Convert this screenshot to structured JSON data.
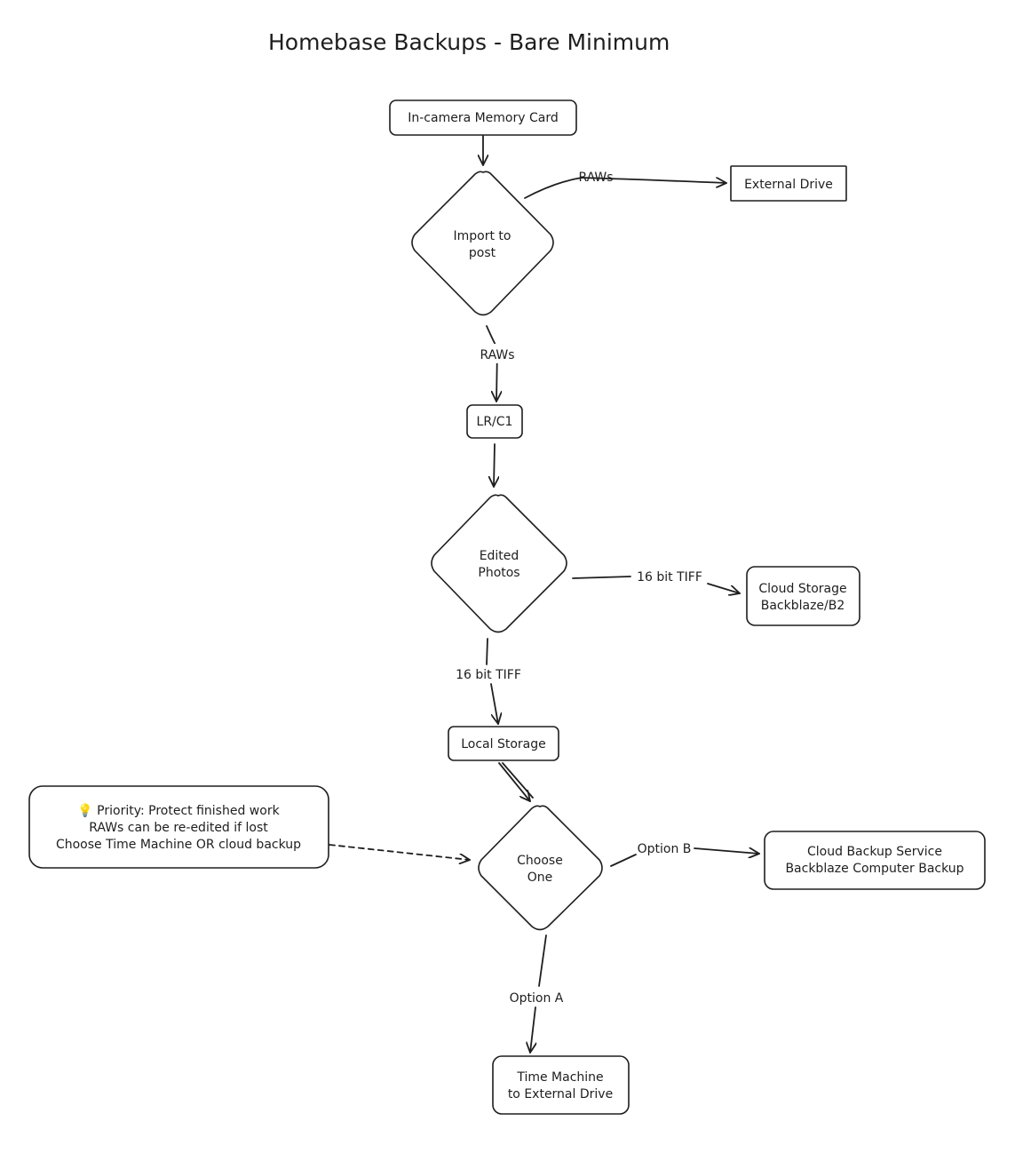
{
  "title": "Homebase Backups - Bare Minimum",
  "nodes": {
    "memory_card": {
      "shape": "rect",
      "lines": [
        "In-camera Memory Card"
      ]
    },
    "external_drive": {
      "shape": "rect",
      "lines": [
        "External Drive"
      ]
    },
    "import": {
      "shape": "diamond",
      "lines": [
        "Import to",
        "post"
      ]
    },
    "lrc1": {
      "shape": "rect",
      "lines": [
        "LR/C1"
      ]
    },
    "edited": {
      "shape": "diamond",
      "lines": [
        "Edited",
        "Photos"
      ]
    },
    "cloud_storage": {
      "shape": "rect",
      "lines": [
        "Cloud Storage",
        "Backblaze/B2"
      ]
    },
    "local_storage": {
      "shape": "rect",
      "lines": [
        "Local Storage"
      ]
    },
    "note": {
      "shape": "rect",
      "lines": [
        "💡 Priority: Protect finished work",
        "RAWs can be re-edited if lost",
        "Choose Time Machine OR cloud backup"
      ]
    },
    "choose": {
      "shape": "diamond",
      "lines": [
        "Choose",
        "One"
      ]
    },
    "cloud_backup": {
      "shape": "rect",
      "lines": [
        "Cloud Backup Service",
        "Backblaze Computer Backup"
      ]
    },
    "time_machine": {
      "shape": "rect",
      "lines": [
        "Time Machine",
        "to External Drive"
      ]
    }
  },
  "edges": [
    {
      "id": "card-import",
      "from": "memory_card",
      "to": "import",
      "label": ""
    },
    {
      "id": "import-external",
      "from": "import",
      "to": "external_drive",
      "label": "RAWs"
    },
    {
      "id": "import-lr",
      "from": "import",
      "to": "lrc1",
      "label": "RAWs"
    },
    {
      "id": "lr-edited",
      "from": "lrc1",
      "to": "edited",
      "label": ""
    },
    {
      "id": "edited-cloud",
      "from": "edited",
      "to": "cloud_storage",
      "label": "16 bit TIFF"
    },
    {
      "id": "edited-local",
      "from": "edited",
      "to": "local_storage",
      "label": "16 bit TIFF"
    },
    {
      "id": "local-choose",
      "from": "local_storage",
      "to": "choose",
      "label": ""
    },
    {
      "id": "note-choose",
      "from": "note",
      "to": "choose",
      "label": "",
      "dashed": true
    },
    {
      "id": "choose-cloudbackup",
      "from": "choose",
      "to": "cloud_backup",
      "label": "Option B"
    },
    {
      "id": "choose-timemachine",
      "from": "choose",
      "to": "time_machine",
      "label": "Option A"
    }
  ]
}
